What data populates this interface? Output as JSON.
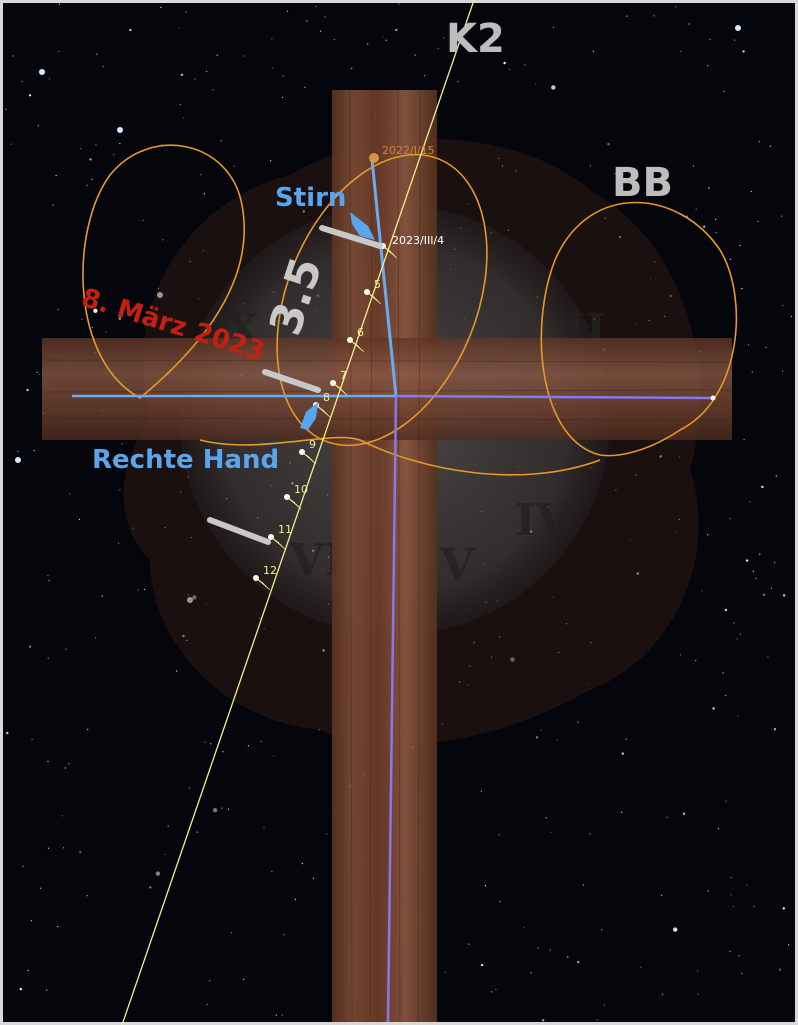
{
  "labels": {
    "comet": "K2",
    "bb": "BB",
    "stirn": "Stirn",
    "rechte_hand": "Rechte Hand",
    "date_red": "8. März 2023",
    "magnitude": "3.5",
    "date_start": "2022/I/15",
    "date_mark": "2023/III/4"
  },
  "ticks": [
    "5",
    "6",
    "7",
    "8",
    "9",
    "10",
    "11",
    "12"
  ],
  "colors": {
    "sky": "#05060c",
    "wood": "#6a3d2b",
    "orbit": "#e39a2a",
    "path": "#f2f08a",
    "blue_line": "#6aaaf0",
    "purple_line": "#8878ee",
    "label_blue": "#5aa6ee",
    "label_red": "#c42010",
    "label_gray": "#bfbfbf"
  }
}
